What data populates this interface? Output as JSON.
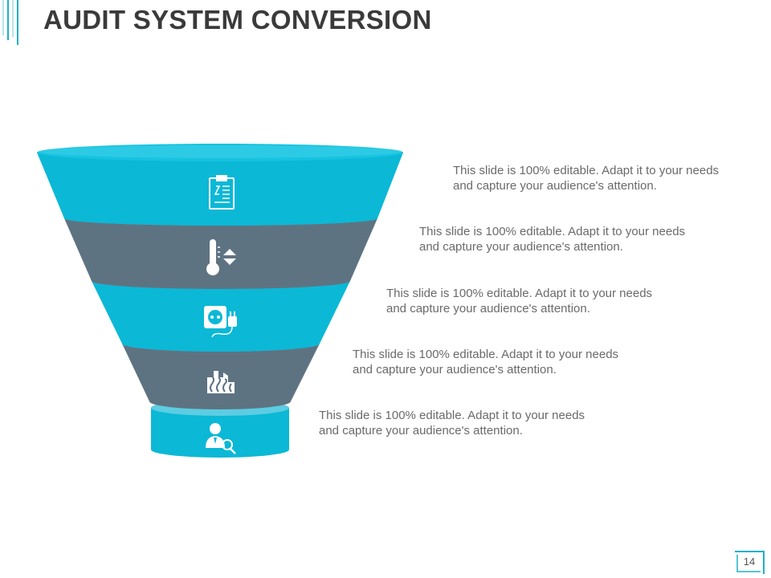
{
  "slide": {
    "title": "AUDIT SYSTEM CONVERSION",
    "page_number": "14"
  },
  "colors": {
    "teal": "#0bb8d6",
    "teal_dark": "#099fbb",
    "slate": "#5e7382",
    "slate_dark": "#4e606c",
    "accent_lines": "#1fb0cc"
  },
  "funnel_steps": [
    {
      "icon": "clipboard-icon",
      "text_line1": "This slide is 100% editable. Adapt it to your needs",
      "text_line2": "and capture your audience's attention."
    },
    {
      "icon": "thermometer-icon",
      "text_line1": "This slide is 100% editable. Adapt it to your needs",
      "text_line2": "and capture your audience's attention."
    },
    {
      "icon": "power-socket-plug-icon",
      "text_line1": "This slide is 100% editable. Adapt it to your needs",
      "text_line2": "and capture your audience's attention."
    },
    {
      "icon": "factory-heat-icon",
      "text_line1": "This slide is 100% editable. Adapt it to your needs",
      "text_line2": "and capture your audience's attention."
    },
    {
      "icon": "auditor-search-icon",
      "text_line1": "This slide is 100% editable. Adapt it to your needs",
      "text_line2": "and capture your audience's attention."
    }
  ]
}
